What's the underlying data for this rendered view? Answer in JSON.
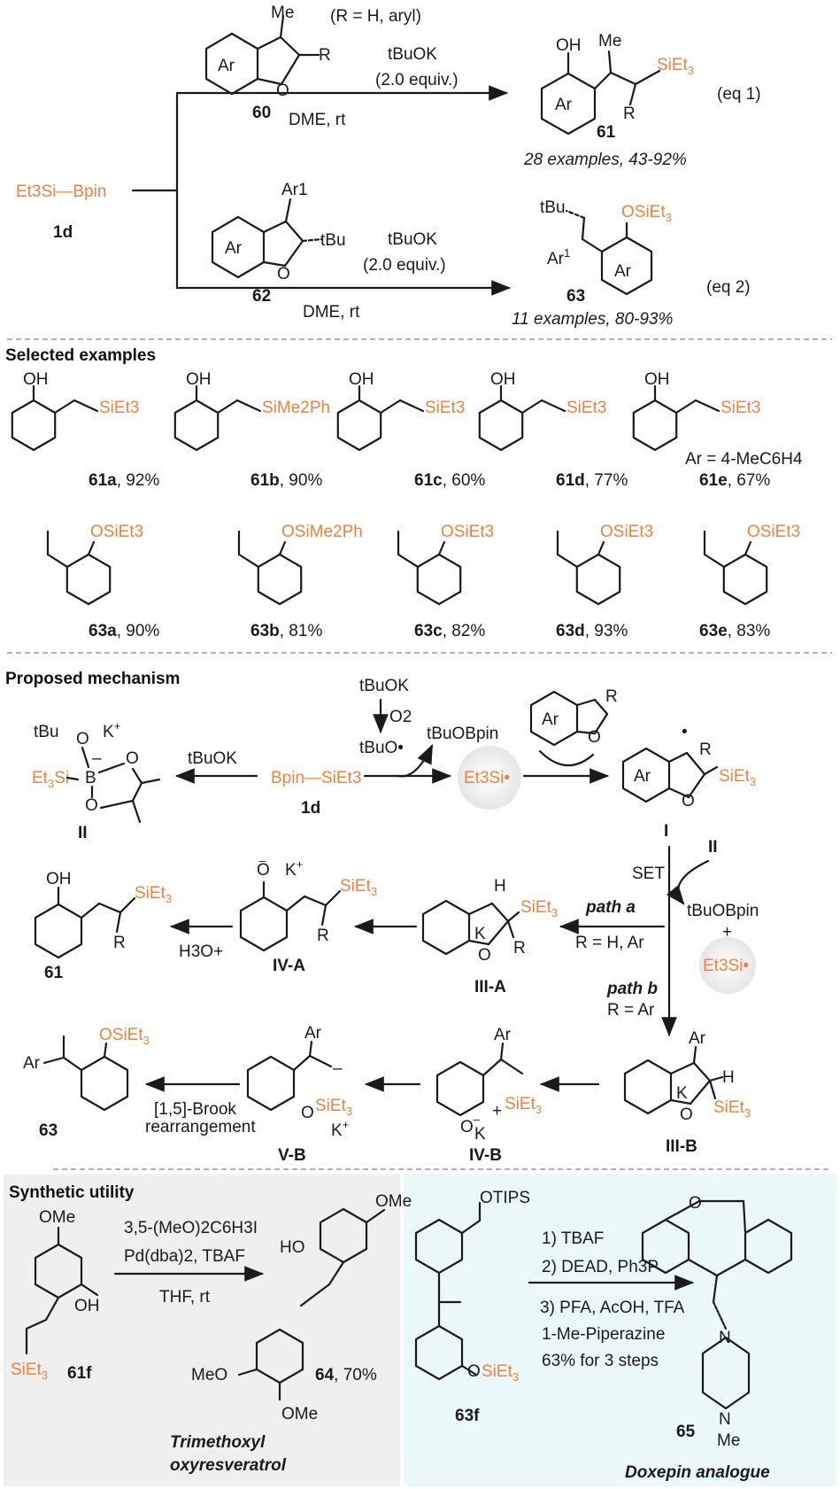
{
  "top": {
    "reagent": "Et3Si—Bpin",
    "reagent_id": "1d",
    "eq1": {
      "substrate_id": "60",
      "substrate_Me": "Me",
      "substrate_R": "R",
      "substrate_Ar": "Ar",
      "rgroup": "(R = H, aryl)",
      "base": "tBuOK",
      "equiv": "(2.0 equiv.)",
      "cond": "DME, rt",
      "product_id": "61",
      "scope": "28 examples, 43-92%",
      "tag": "(eq 1)"
    },
    "eq2": {
      "substrate_id": "62",
      "substrate_Ar1": "Ar1",
      "substrate_tBu": "tBu",
      "base": "tBuOK",
      "equiv": "(2.0 equiv.)",
      "cond": "DME, rt",
      "product_id": "63",
      "scope": "11 examples, 80-93%",
      "tag": "(eq 2)"
    }
  },
  "selected": {
    "heading": "Selected examples",
    "row1": [
      {
        "id": "61a",
        "yield": ", 92%",
        "si": "SiEt3"
      },
      {
        "id": "61b",
        "yield": ", 90%",
        "si": "SiMe2Ph"
      },
      {
        "id": "61c",
        "yield": ", 60%",
        "si": "SiEt3"
      },
      {
        "id": "61d",
        "yield": ", 77%",
        "si": "SiEt3"
      },
      {
        "id": "61e",
        "yield": ", 67%",
        "si": "SiEt3",
        "note": "Ar = 4-MeC6H4"
      }
    ],
    "row2": [
      {
        "id": "63a",
        "yield": ", 90%",
        "si": "OSiEt3"
      },
      {
        "id": "63b",
        "yield": ", 81%",
        "si": "OSiMe2Ph"
      },
      {
        "id": "63c",
        "yield": ", 82%",
        "si": "OSiEt3"
      },
      {
        "id": "63d",
        "yield": ", 93%",
        "si": "OSiEt3"
      },
      {
        "id": "63e",
        "yield": ", 83%",
        "si": "OSiEt3"
      }
    ]
  },
  "mechanism": {
    "heading": "Proposed mechanism",
    "tBuOK_top": "tBuOK",
    "O2": "O2",
    "tBuO_rad": "tBuO•",
    "tBuOBpin": "tBuOBpin",
    "BpinSiEt3": "Bpin—SiEt3",
    "id_1d": "1d",
    "tBuOK_left": "tBuOK",
    "Et3Si_rad": "Et3Si•",
    "II": "II",
    "I": "I",
    "SET": "SET",
    "path_a": "path a",
    "path_a_cond": "R = H, Ar",
    "path_b": "path b",
    "path_b_cond": "R = Ar",
    "H3O": "H3O+",
    "brook": "[1,5]-Brook",
    "brook2": "rearrangement",
    "IIIA": "III-A",
    "IVA": "IV-A",
    "IIIB": "III-B",
    "IVB": "IV-B",
    "VB": "V-B",
    "p61": "61",
    "p63": "63"
  },
  "utility": {
    "heading": "Synthetic utility",
    "left": {
      "reagent1": "3,5-(MeO)2C6H3I",
      "reagent2": "Pd(dba)2, TBAF",
      "cond": "THF, rt",
      "sm_id": "61f",
      "product_id": "64",
      "product_yield": ", 70%",
      "name1": "Trimethoxyl",
      "name2": "oxyresveratrol"
    },
    "right": {
      "step1": "1) TBAF",
      "step2": "2) DEAD, Ph3P",
      "step3": "3) PFA, AcOH, TFA",
      "step4": "1-Me-Piperazine",
      "yield": "63% for 3 steps",
      "sm_id": "63f",
      "product_id": "65",
      "name": "Doxepin analogue"
    }
  },
  "colors": {
    "accent": "#f0803c",
    "left_panel": "#efefef",
    "right_panel": "#eaf8fa",
    "divider": "#999999"
  }
}
